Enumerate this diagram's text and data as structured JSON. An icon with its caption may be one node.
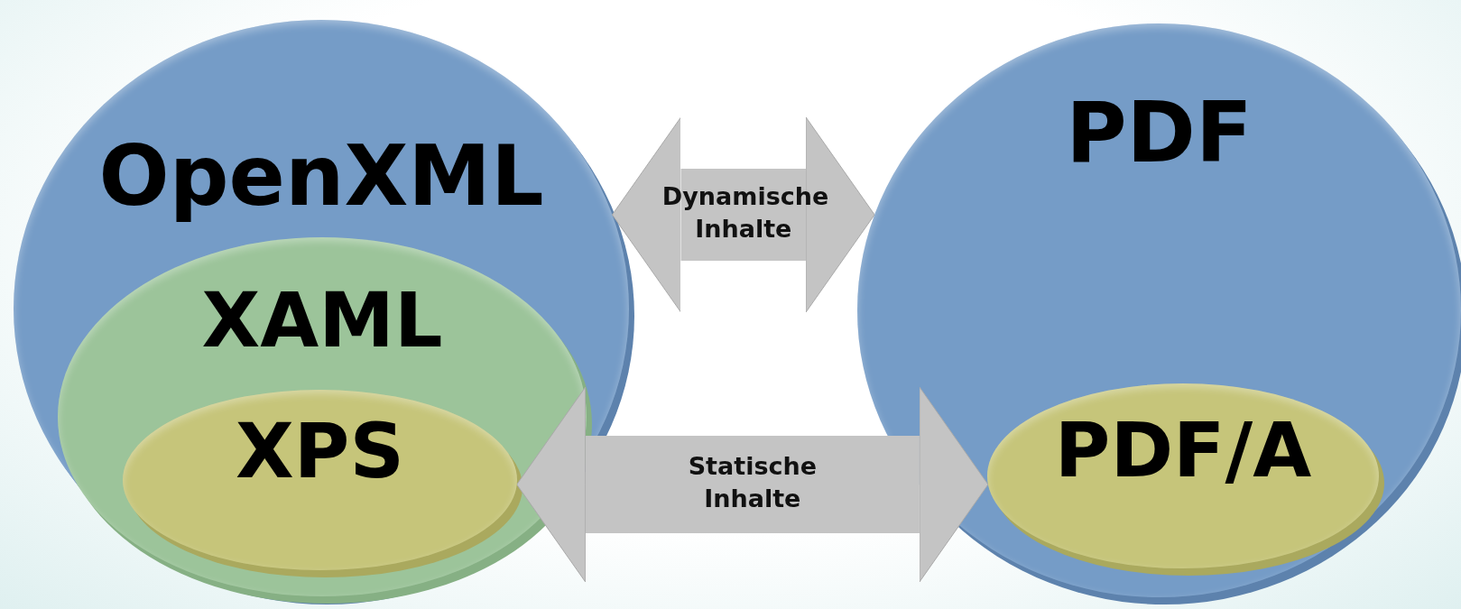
{
  "diagram": {
    "nodes": [
      {
        "text": [
          "OpenXML"
        ]
      },
      {
        "text": [
          "XAML"
        ],
        "in": 0
      },
      {
        "text": [
          "XPS"
        ],
        "in": 1
      },
      {
        "text": [
          "PDF"
        ]
      },
      {
        "text": [
          "PDF/A"
        ],
        "in": 3
      }
    ],
    "edges": [
      {
        "from": 0,
        "to": 3,
        "arrow": "both",
        "label": "Dynamische Inhalte"
      },
      {
        "from": 2,
        "to": 4,
        "arrow": "both",
        "label": "Statische Inhalte"
      }
    ]
  }
}
